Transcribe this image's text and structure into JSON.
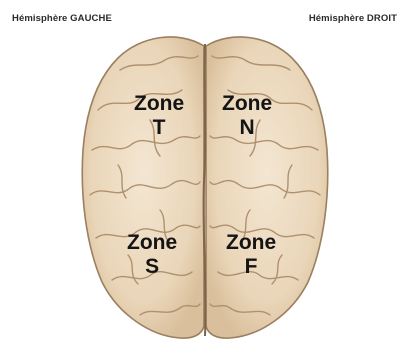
{
  "labels": {
    "left_hemisphere": "Hémisphère GAUCHE",
    "right_hemisphere": "Hémisphère DROIT"
  },
  "zones": {
    "top_left": {
      "word": "Zone",
      "letter": "T"
    },
    "top_right": {
      "word": "Zone",
      "letter": "N"
    },
    "bottom_left": {
      "word": "Zone",
      "letter": "S"
    },
    "bottom_right": {
      "word": "Zone",
      "letter": "F"
    }
  },
  "colors": {
    "brain_fill": "#eddcc3",
    "brain_edge": "#9a7f60",
    "sulci": "#b0916e",
    "text": "#141414"
  }
}
